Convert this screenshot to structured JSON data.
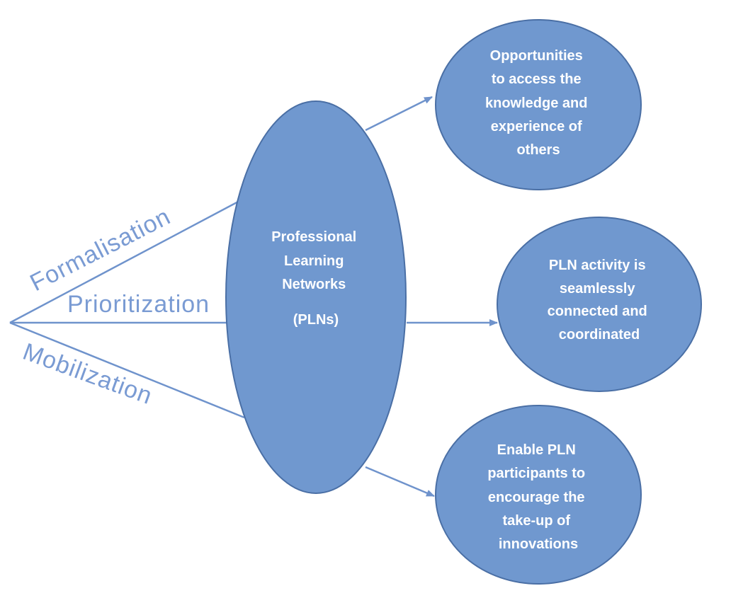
{
  "colors": {
    "node_fill": "#7098cf",
    "node_stroke": "#4a6fa5",
    "line": "#6f93cc",
    "driver_text": "#7a9bd3",
    "node_text": "#ffffff"
  },
  "drivers": {
    "formalisation": "Formalisation",
    "prioritization": "Prioritization",
    "mobilization": "Mobilization"
  },
  "center": {
    "lines": [
      "Professional",
      "Learning",
      "Networks",
      "(PLNs)"
    ]
  },
  "outcomes": [
    {
      "lines": [
        "Opportunities",
        "to access the",
        "knowledge and",
        "experience of",
        "others"
      ]
    },
    {
      "lines": [
        "PLN activity is",
        "seamlessly",
        "connected and",
        "coordinated"
      ]
    },
    {
      "lines": [
        "Enable PLN",
        "participants to",
        "encourage the",
        "take-up of",
        "innovations"
      ]
    }
  ]
}
